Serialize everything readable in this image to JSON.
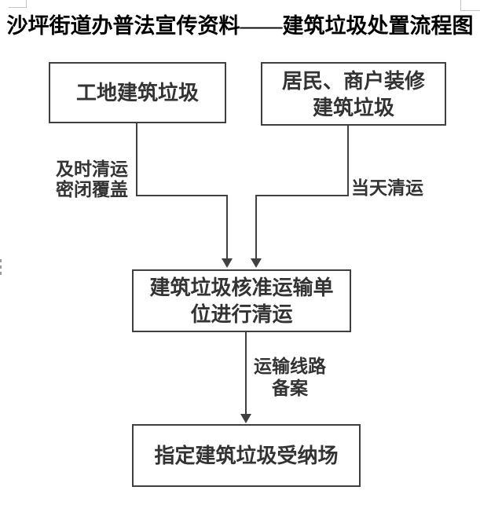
{
  "page": {
    "title": "沙坪街道办普法宣传资料——建筑垃圾处置流程图"
  },
  "flowchart": {
    "node_site": {
      "label": "工地建筑垃圾"
    },
    "node_renovation": {
      "line1": "居民、商户装修",
      "line2": "建筑垃圾"
    },
    "node_transport": {
      "line1": "建筑垃圾核准运输单",
      "line2": "位进行清运"
    },
    "node_disposal": {
      "label": "指定建筑垃圾受纳场"
    },
    "label_left": {
      "line1": "及时清运",
      "line2": "密闭覆盖"
    },
    "label_right": {
      "label": "当天清运"
    },
    "label_route": {
      "line1": "运输线路",
      "line2": "备案"
    }
  },
  "colors": {
    "connector": "#404040",
    "node_border": "#3f3f3f",
    "node_text": "#333333",
    "title_text": "#000000",
    "crop_mark": "#c4c4c4"
  }
}
